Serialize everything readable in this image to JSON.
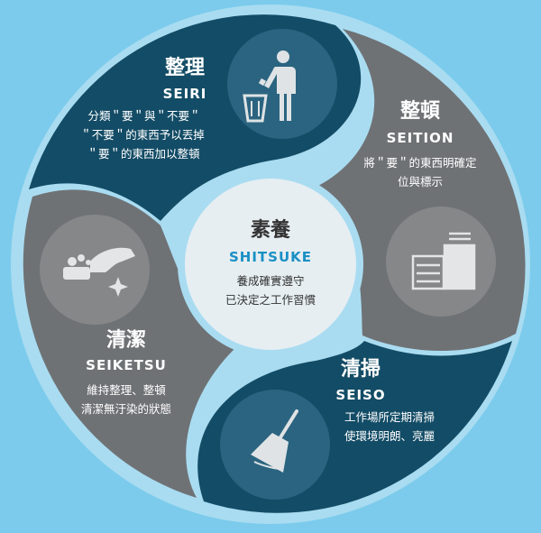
{
  "colors": {
    "background": "#7ccbec",
    "dark_teal": "#134c66",
    "gray": "#6f7275",
    "light_ring": "#a9dcf1",
    "center": "#e6eef2",
    "accent_blue": "#1a8fc4"
  },
  "seiri": {
    "title": "整理",
    "latin": "SEIRI",
    "lines": [
      "分類＂要＂與＂不要＂",
      "＂不要＂的東西予以丟掉",
      "＂要＂的東西加以整頓"
    ],
    "icon": "trash-person-icon"
  },
  "seiton": {
    "title": "整頓",
    "latin": "SEITION",
    "lines": [
      "將＂要＂的東西明確定",
      "位與標示"
    ],
    "icon": "shelf-organize-icon"
  },
  "seiso": {
    "title": "清掃",
    "latin": "SEISO",
    "lines": [
      "工作場所定期清掃",
      "使環境明朗、亮麗"
    ],
    "icon": "broom-icon"
  },
  "seiketsu": {
    "title": "清潔",
    "latin": "SEIKETSU",
    "lines": [
      "維持整理、整頓",
      "清潔無汙染的狀態"
    ],
    "icon": "cleaning-hand-icon"
  },
  "shitsuke": {
    "title": "素養",
    "latin": "SHITSUKE",
    "lines": [
      "養成確實遵守",
      "已決定之工作習慣"
    ]
  }
}
